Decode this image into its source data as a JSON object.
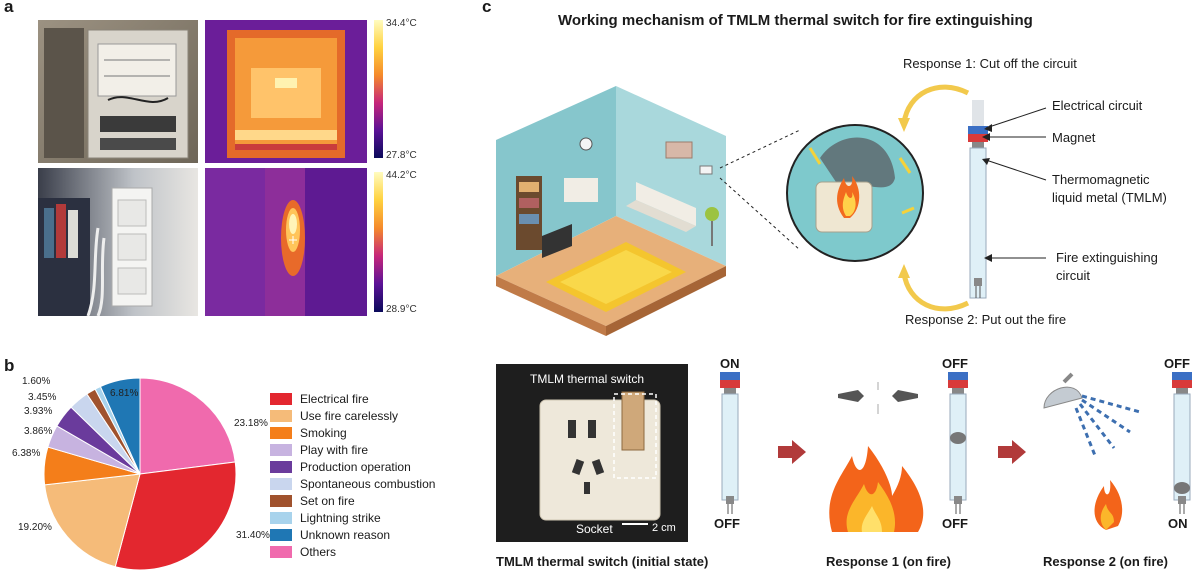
{
  "panel_a": {
    "letter": "a",
    "scale1": {
      "max": "34.4°C",
      "min": "27.8°C"
    },
    "scale2": {
      "max": "44.2°C",
      "min": "28.9°C"
    }
  },
  "panel_b": {
    "letter": "b"
  },
  "chart_data": {
    "type": "pie",
    "title": "",
    "legend_position": "right",
    "slices": [
      {
        "label": "Electrical fire",
        "value": 31.4,
        "text": "31.40%",
        "color": "#e3272f"
      },
      {
        "label": "Use fire carelessly",
        "value": 19.2,
        "text": "19.20%",
        "color": "#f5bb79"
      },
      {
        "label": "Smoking",
        "value": 6.38,
        "text": "6.38%",
        "color": "#f47e1a"
      },
      {
        "label": "Play with fire",
        "value": 3.86,
        "text": "3.86%",
        "color": "#c7b3e0"
      },
      {
        "label": "Production operation",
        "value": 3.93,
        "text": "3.93%",
        "color": "#6a3b9c"
      },
      {
        "label": "Spontaneous combustion",
        "value": 3.45,
        "text": "3.45%",
        "color": "#c9d6ee"
      },
      {
        "label": "Set on fire",
        "value": 1.6,
        "text": "1.60%",
        "color": "#a0522d"
      },
      {
        "label": "Lightning strike",
        "value": 0.99,
        "text": "",
        "color": "#a8d3ec"
      },
      {
        "label": "Unknown reason",
        "value": 6.81,
        "text": "6.81%",
        "color": "#1f77b4"
      },
      {
        "label": "Others",
        "value": 23.18,
        "text": "23.18%",
        "color": "#f06aad"
      }
    ]
  },
  "panel_c": {
    "letter": "c",
    "title": "Working mechanism of TMLM thermal switch for fire extinguishing",
    "response1": "Response 1: Cut off the circuit",
    "response2": "Response 2: Put out the fire",
    "label_circuit": "Electrical circuit",
    "label_magnet": "Magnet",
    "label_tmlm_1": "Thermomagnetic",
    "label_tmlm_2": "liquid metal (TMLM)",
    "label_fire_1": "Fire extinguishing",
    "label_fire_2": "circuit",
    "photo_title": "TMLM thermal switch",
    "photo_socket": "Socket",
    "photo_scale": "2 cm",
    "state1": {
      "top": "ON",
      "bottom": "OFF"
    },
    "state2": {
      "top": "OFF",
      "bottom": "OFF"
    },
    "state3": {
      "top": "OFF",
      "bottom": "ON"
    },
    "caption1": "TMLM thermal switch (initial state)",
    "caption2": "Response 1 (on fire)",
    "caption3": "Response 2 (on fire)"
  }
}
